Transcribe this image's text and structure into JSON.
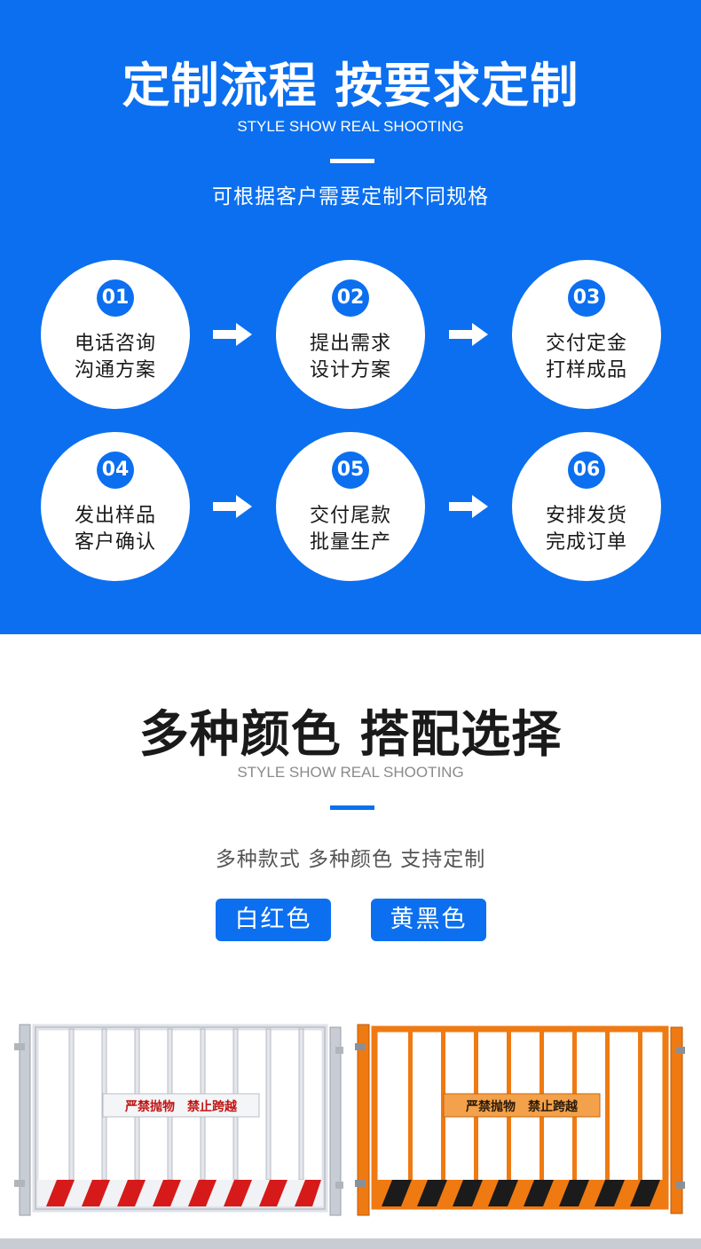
{
  "process": {
    "title": "定制流程 按要求定制",
    "subtitle": "STYLE SHOW REAL SHOOTING",
    "description": "可根据客户需要定制不同规格",
    "steps": [
      {
        "num": "01",
        "line1": "电话咨询",
        "line2": "沟通方案"
      },
      {
        "num": "02",
        "line1": "提出需求",
        "line2": "设计方案"
      },
      {
        "num": "03",
        "line1": "交付定金",
        "line2": "打样成品"
      },
      {
        "num": "04",
        "line1": "发出样品",
        "line2": "客户确认"
      },
      {
        "num": "05",
        "line1": "交付尾款",
        "line2": "批量生产"
      },
      {
        "num": "06",
        "line1": "安排发货",
        "line2": "完成订单"
      }
    ]
  },
  "colors": {
    "title": "多种颜色 搭配选择",
    "subtitle": "STYLE SHOW REAL SHOOTING",
    "description": "多种款式 多种颜色 支持定制",
    "options": [
      "白红色",
      "黄黑色"
    ]
  },
  "fences": [
    {
      "sign": "严禁抛物　禁止跨越",
      "frame_color": "#e4e6ec",
      "stripe_color": "#d61a1a"
    },
    {
      "sign": "严禁抛物　禁止跨越",
      "frame_color": "#ef7a12",
      "stripe_color": "#1b1b1b"
    }
  ],
  "theme": {
    "accent": "#0b6ff0"
  }
}
